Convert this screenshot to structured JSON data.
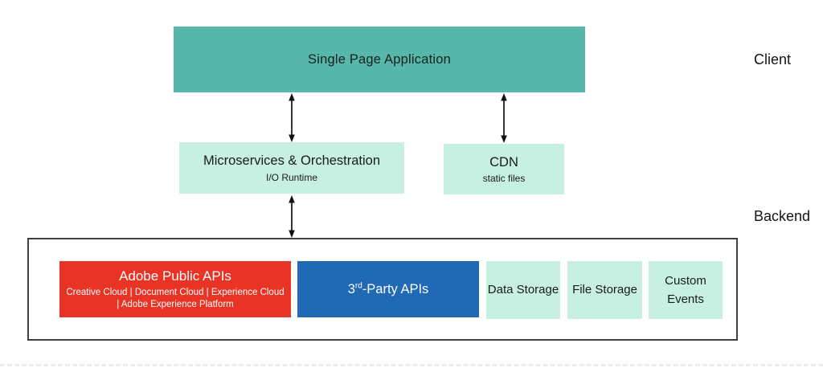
{
  "diagram": {
    "client_label": "Client",
    "backend_label": "Backend",
    "spa": {
      "title": "Single Page Application"
    },
    "microservices": {
      "title": "Microservices & Orchestration",
      "subtitle": "I/O Runtime"
    },
    "cdn": {
      "title": "CDN",
      "subtitle": "static files"
    },
    "backend": {
      "adobe_apis": {
        "title": "Adobe Public APIs",
        "subtitle": "Creative Cloud | Document Cloud | Experience Cloud | Adobe Experience Platform"
      },
      "third_party": {
        "prefix": "3",
        "superscript": "rd",
        "suffix": "-Party APIs"
      },
      "services": [
        "Data Storage",
        "File Storage",
        "Custom Events"
      ]
    },
    "colors": {
      "teal": "#57B7AA",
      "mint": "#C7F0E2",
      "red": "#E93425",
      "blue": "#1F69B5",
      "arrow": "#111111",
      "container_border": "#3F3F3F"
    }
  }
}
